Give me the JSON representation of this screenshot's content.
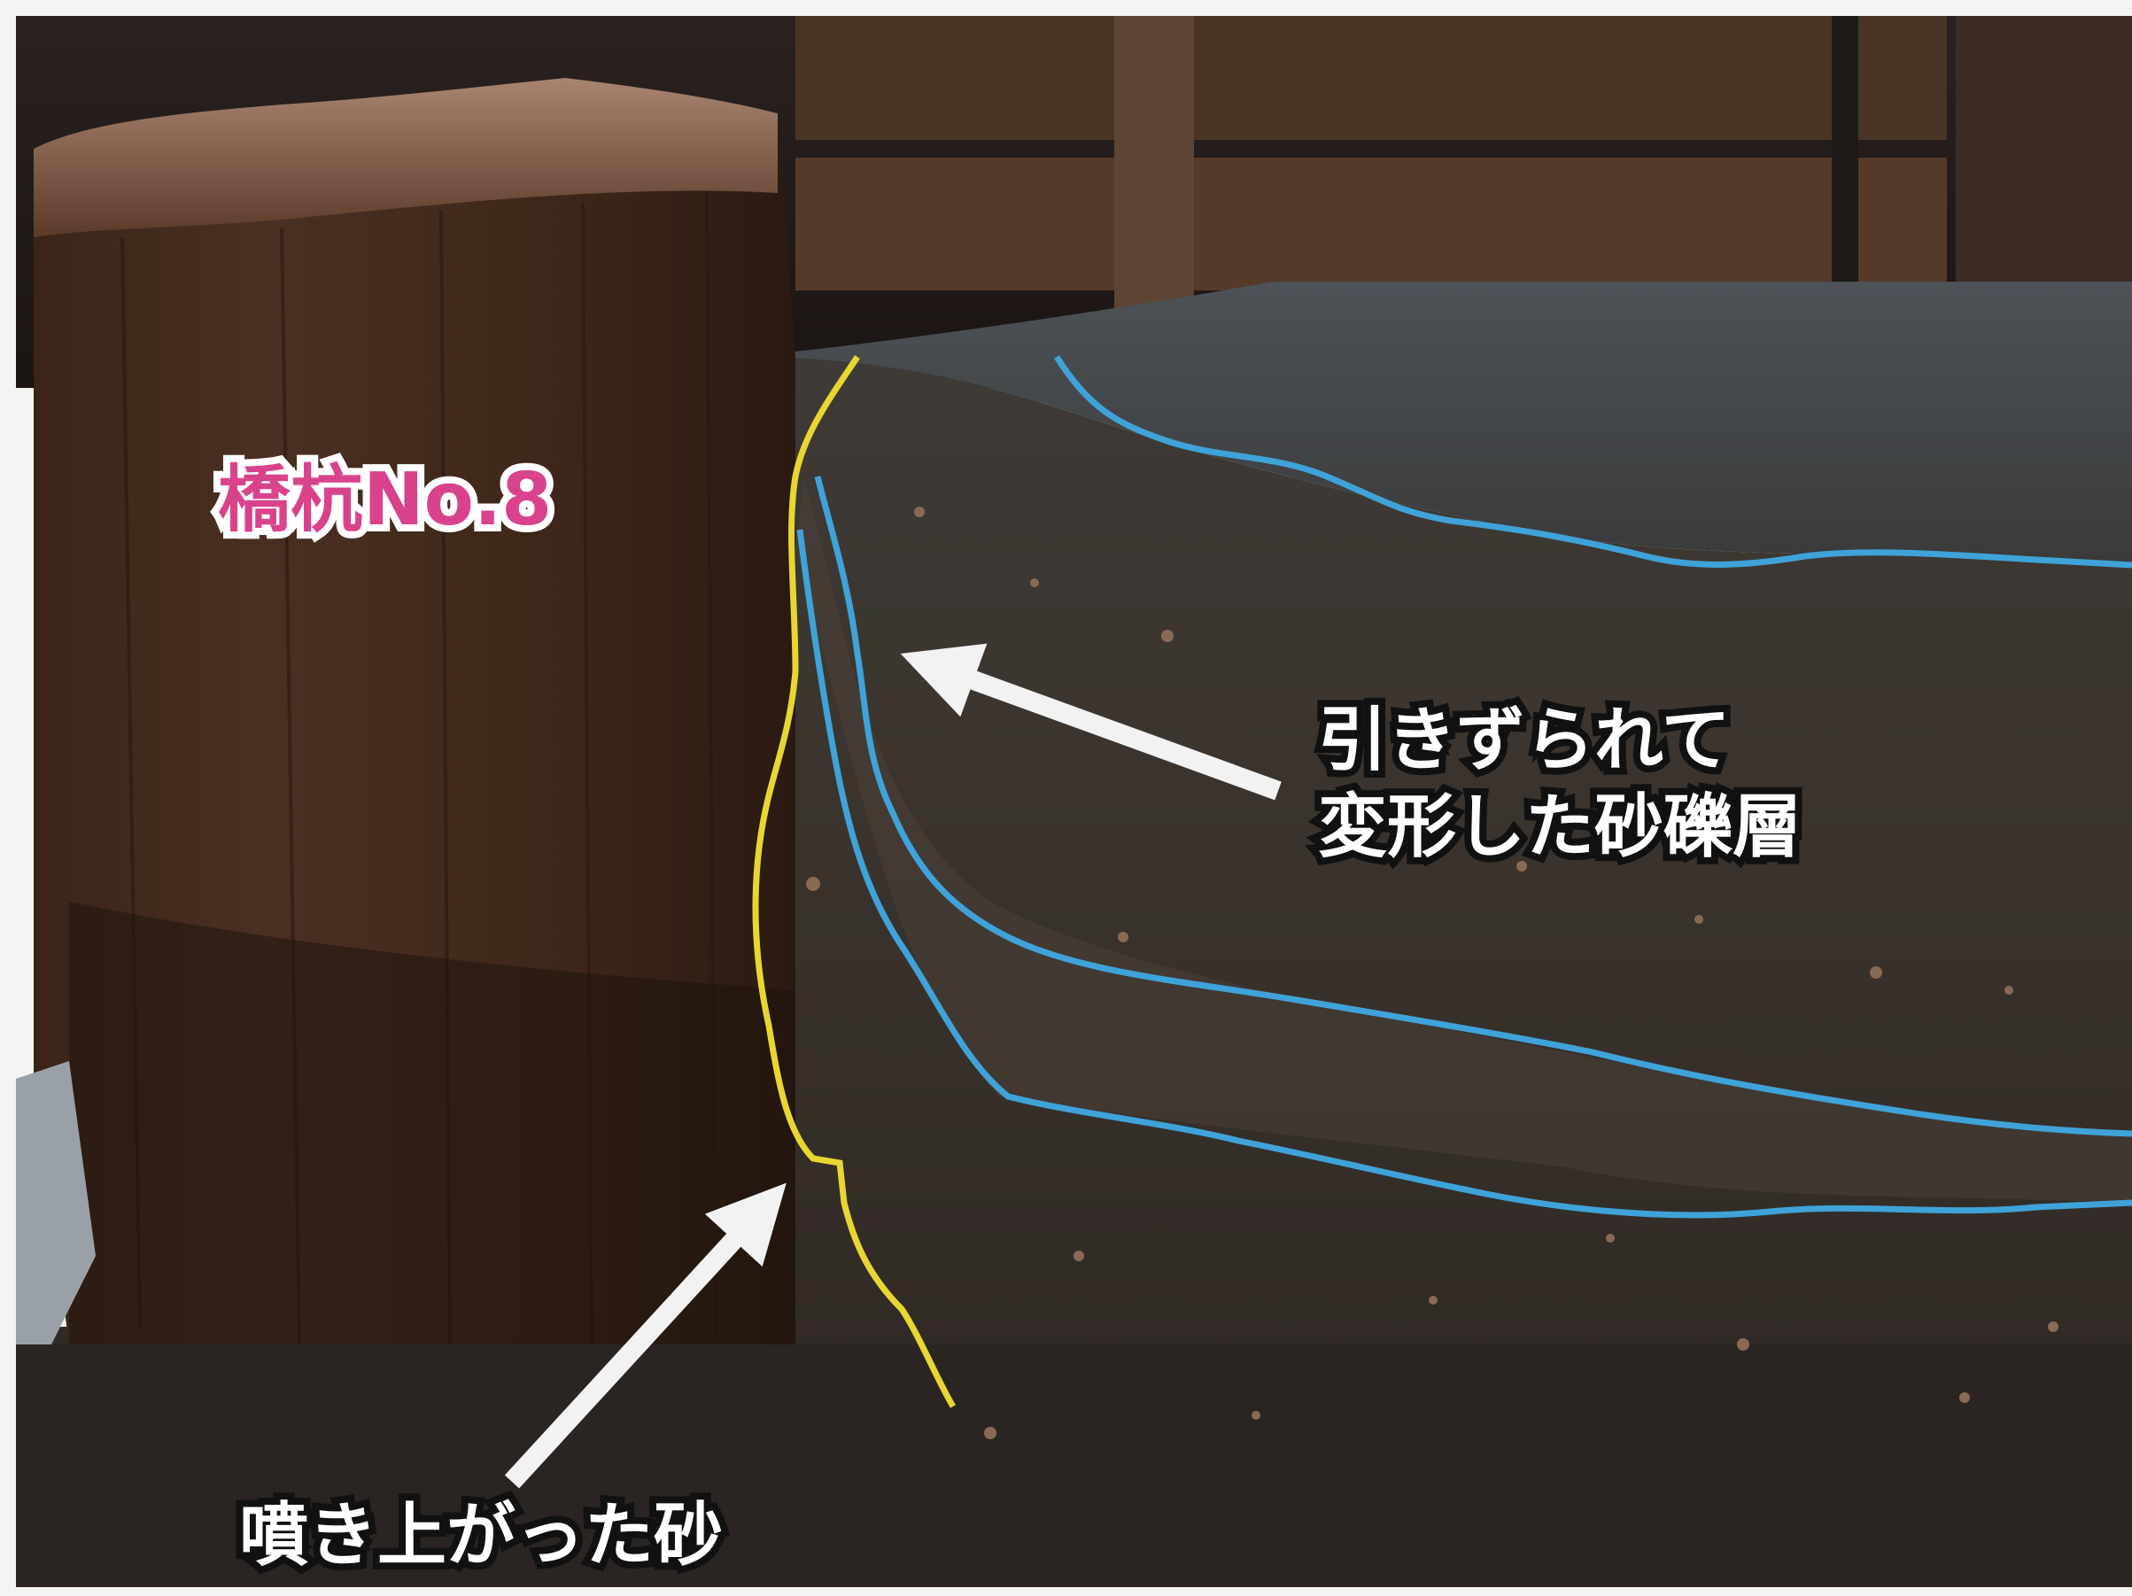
{
  "labels": {
    "pile": "橋杭No.8",
    "gravel_line1": "引きずられて",
    "gravel_line2": "変形した砂礫層",
    "sand": "噴き上がった砂"
  },
  "colors": {
    "pile_label": "#d9438c",
    "yellow_line": "#e8d632",
    "blue_line": "#3fa3d9",
    "arrow": "#f2f2f2"
  }
}
